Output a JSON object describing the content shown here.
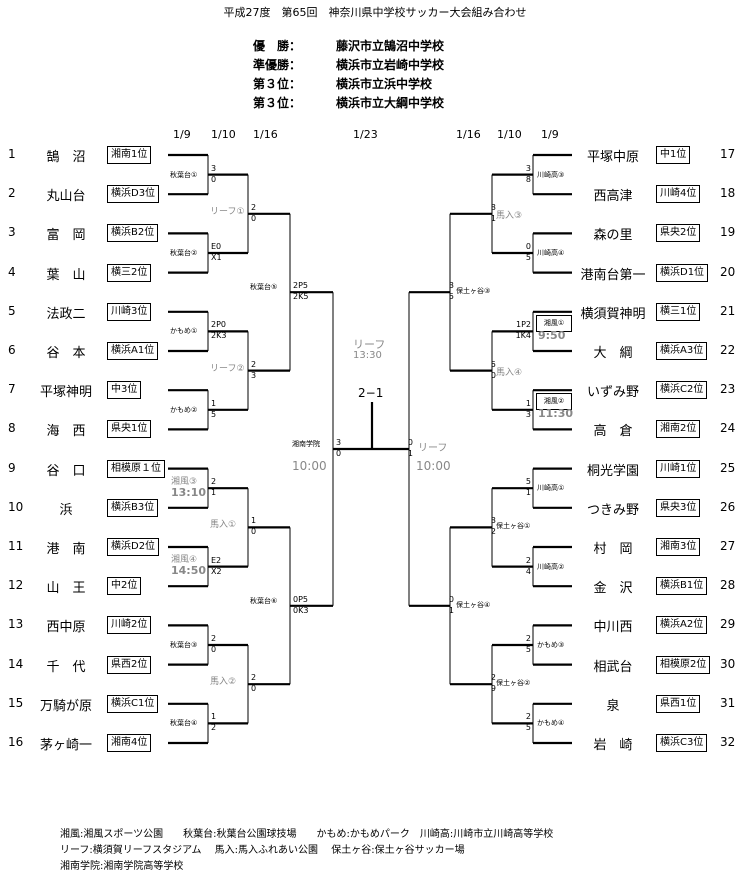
{
  "title": "平成27度　第65回　神奈川県中学校サッカー大会組み合わせ",
  "results": [
    {
      "label": "優　勝：",
      "value": "藤沢市立鵠沼中学校"
    },
    {
      "label": "準優勝：",
      "value": "横浜市立岩崎中学校"
    },
    {
      "label": "第３位：",
      "value": "横浜市立浜中学校"
    },
    {
      "label": "第３位：",
      "value": "横浜市立大綱中学校"
    }
  ],
  "dates": {
    "left": [
      "1/9",
      "1/10",
      "1/16"
    ],
    "center": "1/23",
    "right": [
      "1/16",
      "1/10",
      "1/9"
    ]
  },
  "left_teams": [
    {
      "no": "1",
      "name": "鵠　沼",
      "seed": "湘南1位"
    },
    {
      "no": "2",
      "name": "丸山台",
      "seed": "横浜D3位"
    },
    {
      "no": "3",
      "name": "富　岡",
      "seed": "横浜B2位"
    },
    {
      "no": "4",
      "name": "葉　山",
      "seed": "横三2位"
    },
    {
      "no": "5",
      "name": "法政二",
      "seed": "川崎3位"
    },
    {
      "no": "6",
      "name": "谷　本",
      "seed": "横浜A1位"
    },
    {
      "no": "7",
      "name": "平塚神明",
      "seed": "中3位"
    },
    {
      "no": "8",
      "name": "海　西",
      "seed": "県央1位"
    },
    {
      "no": "9",
      "name": "谷　口",
      "seed": "相模原１位"
    },
    {
      "no": "10",
      "name": "浜",
      "seed": "横浜B3位"
    },
    {
      "no": "11",
      "name": "港　南",
      "seed": "横浜D2位"
    },
    {
      "no": "12",
      "name": "山　王",
      "seed": "中2位"
    },
    {
      "no": "13",
      "name": "西中原",
      "seed": "川崎2位"
    },
    {
      "no": "14",
      "name": "千　代",
      "seed": "県西2位"
    },
    {
      "no": "15",
      "name": "万騎が原",
      "seed": "横浜C1位"
    },
    {
      "no": "16",
      "name": "茅ヶ崎一",
      "seed": "湘南4位"
    }
  ],
  "right_teams": [
    {
      "no": "17",
      "name": "平塚中原",
      "seed": "中1位"
    },
    {
      "no": "18",
      "name": "西高津",
      "seed": "川崎4位"
    },
    {
      "no": "19",
      "name": "森の里",
      "seed": "県央2位"
    },
    {
      "no": "20",
      "name": "港南台第一",
      "seed": "横浜D1位"
    },
    {
      "no": "21",
      "name": "横須賀神明",
      "seed": "横三1位"
    },
    {
      "no": "22",
      "name": "大　綱",
      "seed": "横浜A3位"
    },
    {
      "no": "23",
      "name": "いずみ野",
      "seed": "横浜C2位"
    },
    {
      "no": "24",
      "name": "高　倉",
      "seed": "湘南2位"
    },
    {
      "no": "25",
      "name": "桐光学園",
      "seed": "川崎1位"
    },
    {
      "no": "26",
      "name": "つきみ野",
      "seed": "県央3位"
    },
    {
      "no": "27",
      "name": "村　岡",
      "seed": "湘南3位"
    },
    {
      "no": "28",
      "name": "金　沢",
      "seed": "横浜B1位"
    },
    {
      "no": "29",
      "name": "中川西",
      "seed": "横浜A2位"
    },
    {
      "no": "30",
      "name": "相武台",
      "seed": "相模原2位"
    },
    {
      "no": "31",
      "name": "泉",
      "seed": "県西1位"
    },
    {
      "no": "32",
      "name": "岩　崎",
      "seed": "横浜C3位"
    }
  ],
  "r1_left": [
    {
      "venue": "秋葉台①",
      "s1": "3",
      "s2": "0"
    },
    {
      "venue": "秋葉台②",
      "s1": "E0",
      "s2": "X1"
    },
    {
      "venue": "かもめ①",
      "s1": "2P0",
      "s2": "2K3"
    },
    {
      "venue": "かもめ②",
      "s1": "1",
      "s2": "5"
    },
    {
      "venue": "湘風③",
      "time": "13:10",
      "s1": "2",
      "s2": "1"
    },
    {
      "venue": "湘風④",
      "time": "14:50",
      "s1": "E2",
      "s2": "X2"
    },
    {
      "venue": "秋葉台③",
      "s1": "2",
      "s2": "0"
    },
    {
      "venue": "秋葉台④",
      "s1": "1",
      "s2": "2"
    }
  ],
  "r2_left": [
    {
      "venue": "リーフ①",
      "s1": "2",
      "s2": "0"
    },
    {
      "venue": "リーフ②",
      "s1": "2",
      "s2": "3"
    },
    {
      "venue": "馬入①",
      "s1": "1",
      "s2": "0"
    },
    {
      "venue": "馬入②",
      "s1": "2",
      "s2": "0"
    }
  ],
  "qf_left": [
    {
      "venue": "秋葉台⑤",
      "s1": "2P5",
      "s2": "2K5"
    },
    {
      "venue": "秋葉台⑥",
      "s1": "0P5",
      "s2": "0K3"
    }
  ],
  "sf_left": {
    "venue": "湘南学院",
    "time": "10:00",
    "s1": "3",
    "s2": "0"
  },
  "r1_right": [
    {
      "venue": "川崎高③",
      "s1": "3",
      "s2": "8"
    },
    {
      "venue": "川崎高④",
      "s1": "0",
      "s2": "5"
    },
    {
      "venue": "湘風①",
      "time": "9:50",
      "s1": "1P2",
      "s2": "1K4"
    },
    {
      "venue": "湘風②",
      "time": "11:30",
      "s1": "1",
      "s2": "3"
    },
    {
      "venue": "川崎高①",
      "s1": "5",
      "s2": "1"
    },
    {
      "venue": "川崎高②",
      "s1": "2",
      "s2": "4"
    },
    {
      "venue": "かもめ③",
      "s1": "2",
      "s2": "5"
    },
    {
      "venue": "かもめ④",
      "s1": "2",
      "s2": "5"
    }
  ],
  "r2_right": [
    {
      "venue": "馬入③",
      "s1": "3",
      "s2": "1"
    },
    {
      "venue": "馬入④",
      "s1": "5",
      "s2": "0"
    },
    {
      "venue": "保土ヶ谷①",
      "s1": "3",
      "s2": "2"
    },
    {
      "venue": "保土ヶ谷②",
      "s1": "2",
      "s2": "9"
    }
  ],
  "qf_right": [
    {
      "venue": "保土ヶ谷③",
      "s1": "3",
      "s2": "5"
    },
    {
      "venue": "保土ヶ谷④",
      "s1": "0",
      "s2": "1"
    }
  ],
  "sf_right": {
    "venue": "リーフ",
    "time": "10:00",
    "s1": "0",
    "s2": "1"
  },
  "final": {
    "venue": "リーフ",
    "time": "13:30",
    "score": "2−1"
  },
  "notes": [
    "湘風:湘風スポーツ公園　　秋葉台:秋葉台公園球技場　　かもめ:かもめパーク　川崎高:川崎市立川崎高等学校",
    "リーフ:横須賀リーフスタジアム　 馬入:馬入ふれあい公園　 保土ヶ谷:保土ヶ谷サッカー場",
    "湘南学院:湘南学院高等学校"
  ]
}
